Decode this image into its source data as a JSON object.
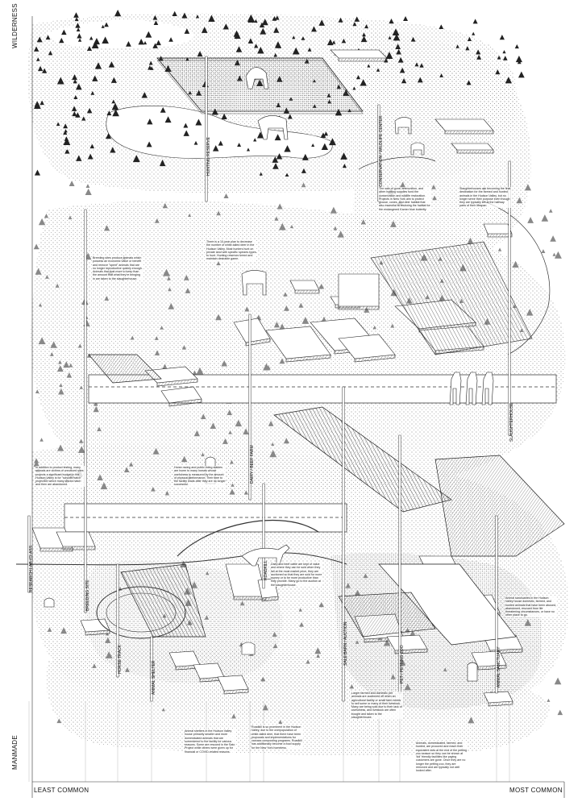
{
  "axes": {
    "left_top": "WILDERNESS",
    "left_bottom": "MANMADE",
    "bottom_left": "LEAST COMMON",
    "bottom_right": "MOST COMMON"
  },
  "labels": [
    {
      "text": "HUNTING RESERVE"
    },
    {
      "text": "CONSERVATION / WILDLIFE CENTER"
    },
    {
      "text": "SLAUGHTERHOUSE"
    },
    {
      "text": "DAIRY / BEEF FARM"
    },
    {
      "text": "ROADKILL"
    },
    {
      "text": "SALE BARN / AUCTION"
    },
    {
      "text": "PET / PETTING ZOO"
    },
    {
      "text": "ANIMAL SANCTUARY"
    },
    {
      "text": "RESEARCH LAB (CLASS"
    },
    {
      "text": "BREEDING SITE"
    },
    {
      "text": "HORSE TRACK"
    },
    {
      "text": "ANIMAL SHELTER"
    }
  ],
  "notes": [
    {
      "text": "The sale of guns, ammunition, and other hunting supplies fund the conservation and wildlife restoration. Projects in New York aim to protect grouse, cones, and deer habitat that also essential to restoring the habitat for the endangered Karner blue butterfly."
    },
    {
      "text": "Slaughterhouses are becoming the final destination for the farmed and hunted animals in the Hudson Valley, but no longer serve their purpose even though they are typically left at the halfway parts of their lifespan."
    },
    {
      "text": "There is a 10-year plan to decrease the number of white-tailed deer in the Hudson Valley. Most hunters hunt on private land with specific species types to hunt. Hunting reserves breed and maintain desirable game."
    },
    {
      "text": "Breeding sites produce animals which possess an economic value or benefit and remove \"spent\" animals that are no longer reproductive quickly enough. Animals that cost more to keep than the amount that what they're bringing in are taken to the slaughterhouse."
    },
    {
      "text": "In addition to product testing, many animals are victims of unnoticed sites projects a significant budget in the Hudson Valley is for \"schools hatch\" projection which many chicks hatch and then are abandoned."
    },
    {
      "text": "Horse racing and public riding stables are home to many horses whose usefulness is measured by the amount of physical performance. Their time to the facility leads after they are no longer successful."
    },
    {
      "text": "Dairy and beef cattle are kept of value and where they can be sold when they fall at the most market price, they are auctioned so that they are sold for more money or to be more productive than they provide. Many go to the auction at the slaughterhouse."
    },
    {
      "text": "Larger farmed and domestic pet animals are auctioned off when an agricultural facility or small farm needs to sell some or many of their livestock. Many are being sold due to their lack of usefulness, and livestock are often bought and taken to the slaughterhouse."
    },
    {
      "text": "Animal sanctuaries in the Hudson Valley house domestic, farmed, and hunted animals that have been abused, abandoned, rescued from life threatening circumstances, or have no other place to go."
    },
    {
      "text": "Animal shelters in the Hudson Valley house primarily smaller and more domesticated animals that are surrendered to the facility for various reasons. Some are rescued in the Sato Project while others were given up for financial or COVID-related reasons."
    },
    {
      "text": "Roadkill is so prominent in the Hudson Valley, due to the overpopulation of white-tailed deer, that there have been proposals and implementations for carcass composting programs. Roadkill has additionally become a food supply for the New York homeless."
    },
    {
      "text": "Animals, domesticated, farmed, and hunted, are procured and reach their equivalent dots at the end of the petting zoo season so they can be shown at 'kid' friendly facilities like paying customers are gone. Once they are no longer the petting zoo, they are removed and are typically not well looked after."
    }
  ]
}
